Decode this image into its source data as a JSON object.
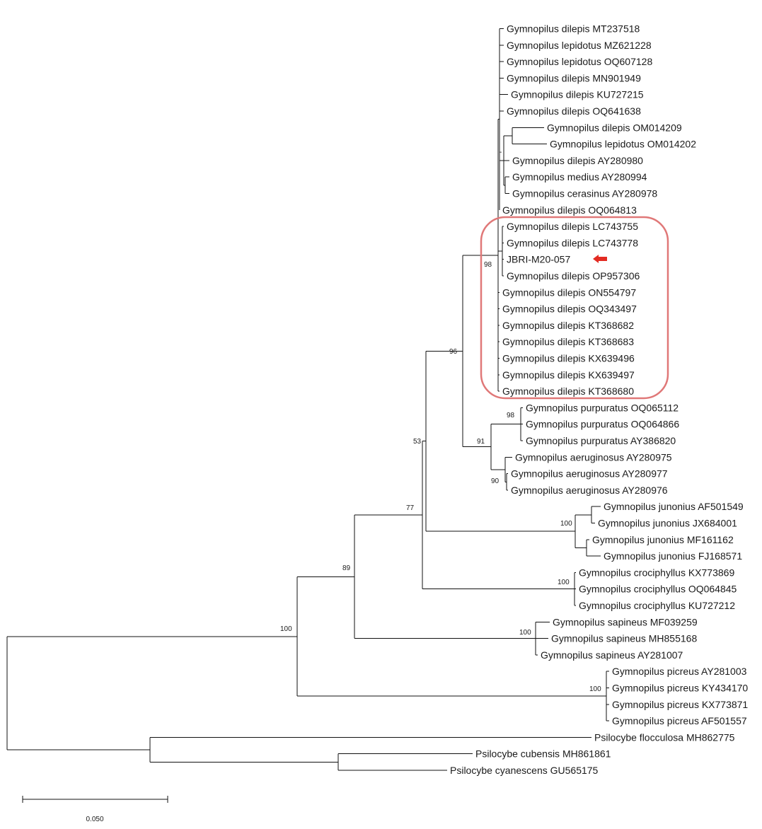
{
  "highlight": {
    "color": "#e07878",
    "arrow_color": "#e32b22",
    "target_taxon": "JBRI-M20-057"
  },
  "scale_bar": {
    "value": 0.05,
    "label": "0.050"
  },
  "taxa": [
    "Gymnopilus dilepis MT237518",
    "Gymnopilus lepidotus MZ621228",
    "Gymnopilus lepidotus OQ607128",
    "Gymnopilus dilepis MN901949",
    "Gymnopilus dilepis KU727215",
    "Gymnopilus dilepis OQ641638",
    "Gymnopilus dilepis OM014209",
    "Gymnopilus lepidotus OM014202",
    "Gymnopilus dilepis AY280980",
    "Gymnopilus medius AY280994",
    "Gymnopilus cerasinus AY280978",
    "Gymnopilus dilepis OQ064813",
    "Gymnopilus dilepis LC743755",
    "Gymnopilus dilepis LC743778",
    "JBRI-M20-057",
    "Gymnopilus dilepis OP957306",
    "Gymnopilus dilepis ON554797",
    "Gymnopilus dilepis OQ343497",
    "Gymnopilus dilepis KT368682",
    "Gymnopilus dilepis KT368683",
    "Gymnopilus dilepis KX639496",
    "Gymnopilus dilepis KX639497",
    "Gymnopilus dilepis KT368680",
    "Gymnopilus purpuratus OQ065112",
    "Gymnopilus purpuratus OQ064866",
    "Gymnopilus purpuratus AY386820",
    "Gymnopilus aeruginosus AY280975",
    "Gymnopilus aeruginosus AY280977",
    "Gymnopilus aeruginosus AY280976",
    "Gymnopilus junonius AF501549",
    "Gymnopilus junonius JX684001",
    "Gymnopilus junonius MF161162",
    "Gymnopilus junonius FJ168571",
    "Gymnopilus crociphyllus KX773869",
    "Gymnopilus crociphyllus OQ064845",
    "Gymnopilus crociphyllus KU727212",
    "Gymnopilus sapineus MF039259",
    "Gymnopilus sapineus MH855168",
    "Gymnopilus sapineus AY281007",
    "Gymnopilus picreus AY281003",
    "Gymnopilus picreus KY434170",
    "Gymnopilus picreus KX773871",
    "Gymnopilus picreus AF501557",
    "Psilocybe flocculosa MH862775",
    "Psilocybe cubensis MH861861",
    "Psilocybe cyanescens GU565175"
  ],
  "support_values": [
    "98",
    "96",
    "53",
    "98",
    "91",
    "90",
    "77",
    "100",
    "100",
    "89",
    "100",
    "100",
    "100",
    "-"
  ]
}
